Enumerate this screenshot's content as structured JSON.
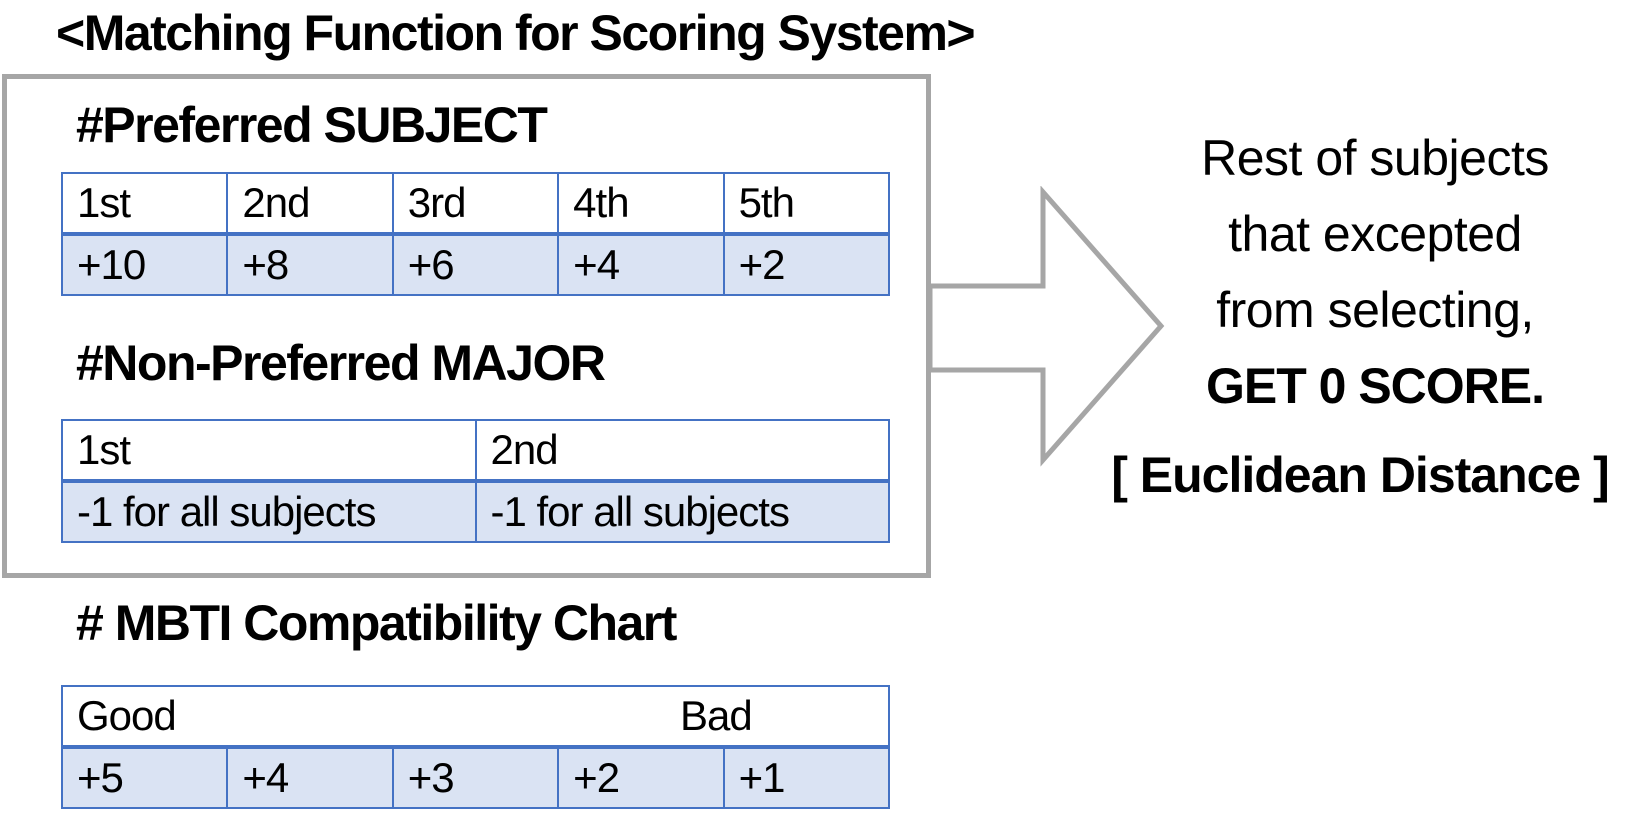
{
  "title": "<Matching Function for Scoring System>",
  "preferred_subject": {
    "heading": "#Preferred SUBJECT",
    "ranks": [
      "1st",
      "2nd",
      "3rd",
      "4th",
      "5th"
    ],
    "scores": [
      "+10",
      "+8",
      "+6",
      "+4",
      "+2"
    ]
  },
  "non_preferred_major": {
    "heading": "#Non-Preferred MAJOR",
    "ranks": [
      "1st",
      "2nd"
    ],
    "penalties": [
      "-1 for all subjects",
      "-1 for all subjects"
    ]
  },
  "mbti": {
    "heading": "# MBTI Compatibility Chart",
    "good_label": "Good",
    "bad_label": "Bad",
    "scores": [
      "+5",
      "+4",
      "+3",
      "+2",
      "+1"
    ]
  },
  "note": {
    "line1": "Rest of subjects",
    "line2": "that excepted",
    "line3": "from selecting,",
    "line4": "GET 0 SCORE.",
    "method": "[ Euclidean Distance ]"
  },
  "colors": {
    "frame_border": "#a6a6a6",
    "table_border": "#4472c4",
    "value_row_fill": "#dae3f3"
  }
}
